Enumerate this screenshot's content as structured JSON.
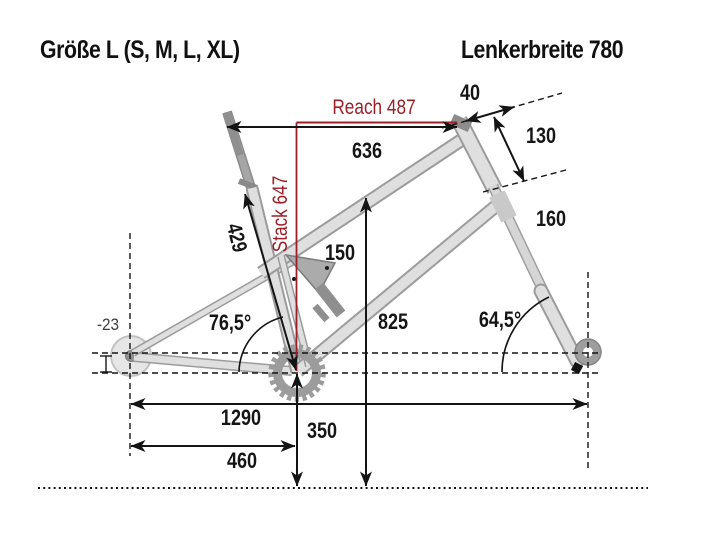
{
  "header": {
    "title": "Größe L (S, M, L, XL)",
    "handlebar": "Lenkerbreite 780"
  },
  "labels": {
    "reach": "Reach 487",
    "stack": "Stack 647",
    "top_tube": "636",
    "stem": "40",
    "head_tube": "130",
    "fork_travel": "160",
    "rear_travel": "150",
    "seat_tube": "429",
    "standover": "825",
    "seat_angle": "76,5°",
    "head_angle": "64,5°",
    "bb_drop": "-23",
    "bb_height": "350",
    "wheelbase": "1290",
    "chainstay": "460"
  },
  "colors": {
    "dimension_red": "#9c1f27",
    "ink": "#151515",
    "frame_light": "#dfdfdf",
    "frame_outline": "#9b9b9b",
    "frame_mid": "#a8a8a8"
  }
}
